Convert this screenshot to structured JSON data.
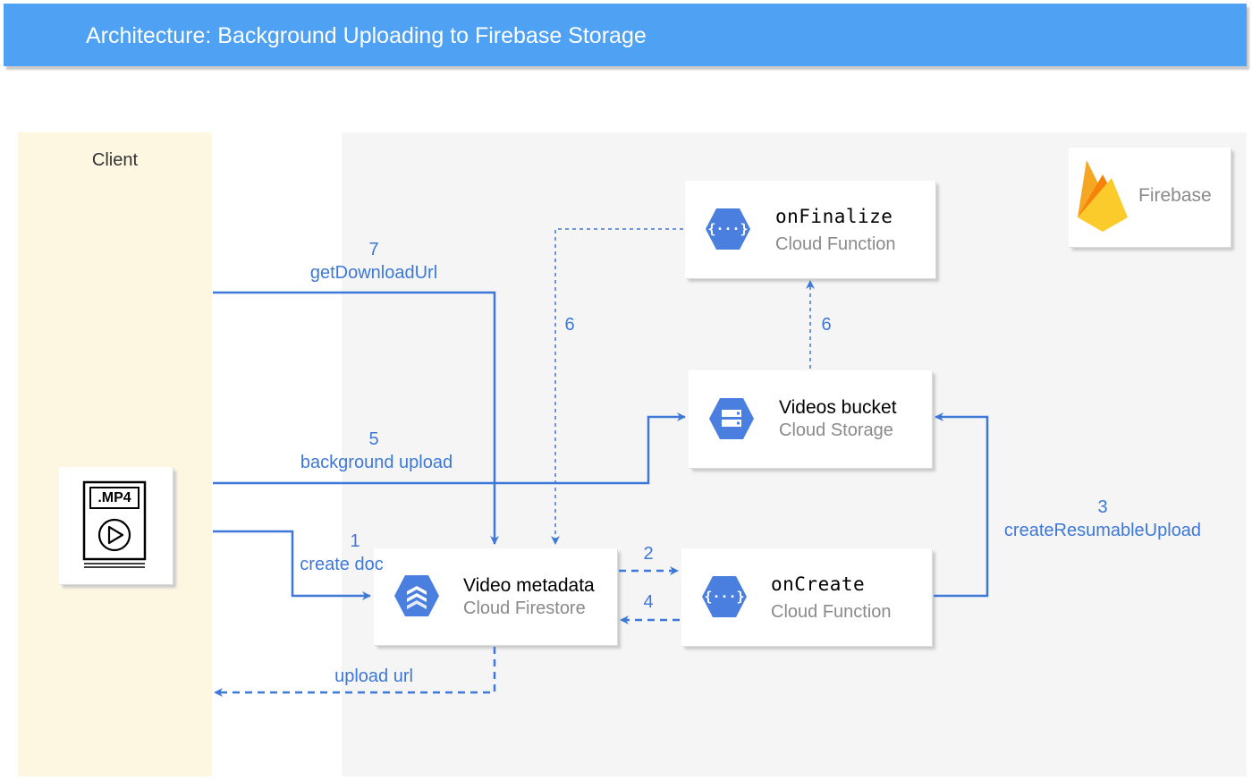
{
  "header": {
    "title": "Architecture: Background Uploading to Firebase Storage"
  },
  "zones": {
    "client": "Client",
    "firebase": "Firebase"
  },
  "file_icon": {
    "label": ".MP4",
    "icon": "video-file-icon"
  },
  "services": {
    "on_finalize": {
      "title": "onFinalize",
      "subtitle": "Cloud Function",
      "icon": "cloud-function-icon"
    },
    "videos_bucket": {
      "title": "Videos bucket",
      "subtitle": "Cloud Storage",
      "icon": "cloud-storage-icon"
    },
    "video_metadata": {
      "title": "Video metadata",
      "subtitle": "Cloud Firestore",
      "icon": "cloud-firestore-icon"
    },
    "on_create": {
      "title": "onCreate",
      "subtitle": "Cloud Function",
      "icon": "cloud-function-icon"
    }
  },
  "edges": {
    "step7": {
      "number": "7",
      "label": "getDownloadUrl"
    },
    "step5": {
      "number": "5",
      "label": "background upload"
    },
    "step1": {
      "number": "1",
      "label": "create doc"
    },
    "upload_url": {
      "label": "upload url"
    },
    "step2": {
      "number": "2"
    },
    "step4": {
      "number": "4"
    },
    "step3": {
      "number": "3",
      "label": "createResumableUpload"
    },
    "step6_left": {
      "number": "6"
    },
    "step6_right": {
      "number": "6"
    }
  },
  "colors": {
    "header": "#4ea1f3",
    "arrow": "#3d78d8",
    "client_zone": "#fdf7e1",
    "firebase_zone": "#f5f5f5",
    "gcp_icon": "#4a7fe0"
  }
}
